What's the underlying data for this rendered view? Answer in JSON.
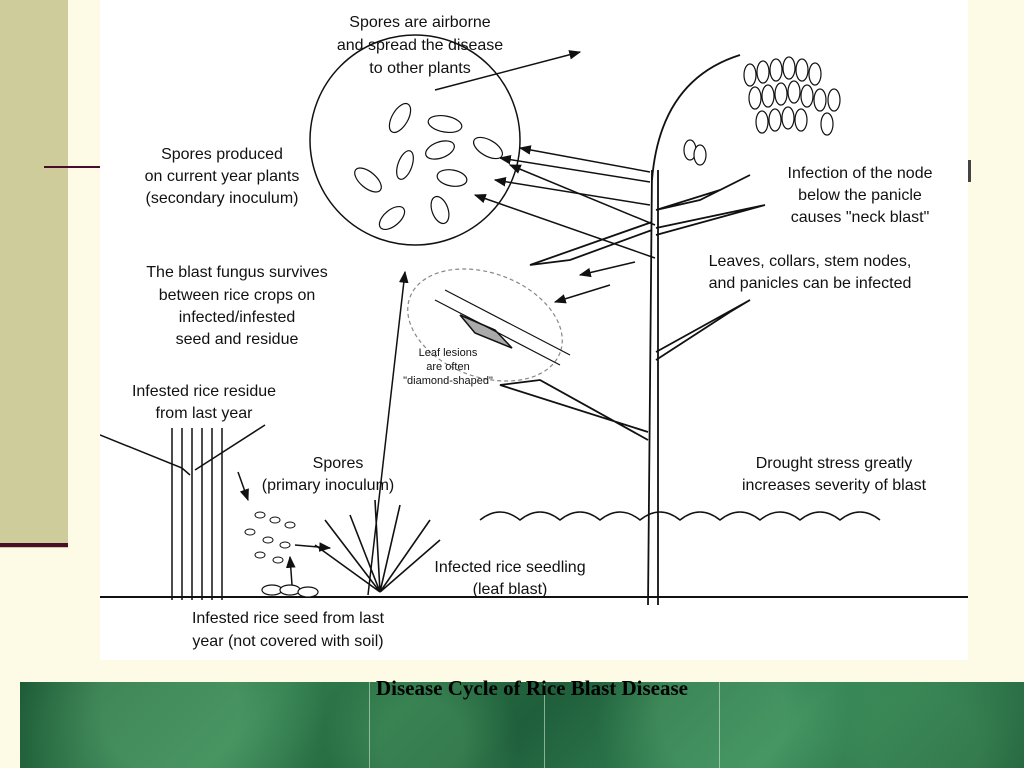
{
  "caption": "Disease Cycle of Rice Blast Disease",
  "labels": {
    "airborne": [
      "Spores are airborne",
      "and spread the disease",
      "to other plants"
    ],
    "secondary": [
      "Spores produced",
      "on current year plants",
      "(secondary inoculum)"
    ],
    "survives": [
      "The blast fungus survives",
      "between rice crops on",
      "infected/infested",
      "seed and residue"
    ],
    "lesions": [
      "Leaf lesions",
      "are often",
      "\"diamond-shaped\""
    ],
    "residue": [
      "Infested rice residue",
      "from last year"
    ],
    "primary": [
      "Spores",
      "(primary inoculum)"
    ],
    "seed": [
      "Infested rice seed from last",
      "year (not covered with soil)"
    ],
    "seedling": [
      "Infected rice seedling",
      "(leaf blast)"
    ],
    "neck": [
      "Infection of the node",
      "below the panicle",
      "causes \"neck blast\""
    ],
    "leaves": [
      "Leaves, collars, stem nodes,",
      "and panicles can be infected"
    ],
    "drought": [
      "Drought stress greatly",
      "increases severity of blast"
    ]
  }
}
